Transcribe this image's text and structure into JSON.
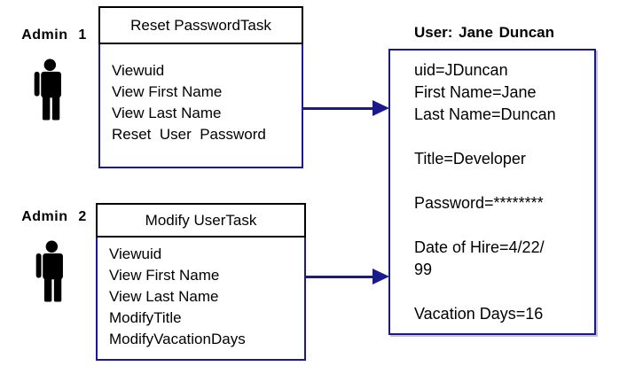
{
  "diagram": {
    "admins": [
      {
        "label": "Admin 1"
      },
      {
        "label": "Admin 2"
      }
    ],
    "tasks": [
      {
        "title": "Reset PasswordTask",
        "lines": [
          "Viewuid",
          "View First Name",
          "View Last Name",
          "Reset  User  Password"
        ]
      },
      {
        "title": "Modify UserTask",
        "lines": [
          "Viewuid",
          "View First Name",
          "View Last Name",
          "ModifyTitle",
          "ModifyVacationDays"
        ]
      }
    ],
    "user": {
      "title": "User: Jane Duncan",
      "lines": [
        "uid=JDuncan",
        "First Name=Jane",
        "Last Name=Duncan",
        "",
        "Title=Developer",
        "",
        "Password=********",
        "",
        "Date of Hire=4/22/",
        "99",
        "",
        "Vacation Days=16"
      ]
    },
    "colors": {
      "line_navy": "#1a1a8c",
      "header_border": "#000000",
      "text": "#000000",
      "background": "#ffffff"
    }
  }
}
